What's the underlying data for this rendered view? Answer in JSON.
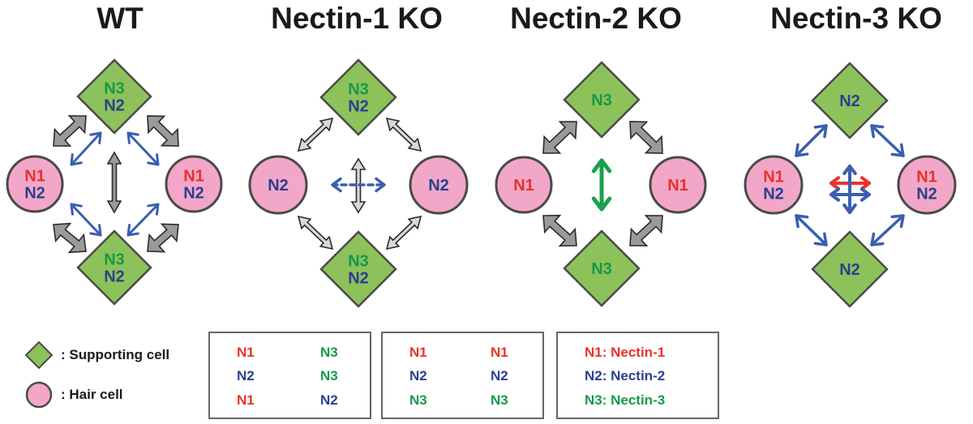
{
  "titles": {
    "wt": "WT",
    "nectin1_ko": "Nectin-1 KO",
    "nectin2_ko": "Nectin-2 KO",
    "nectin3_ko": "Nectin-3 KO"
  },
  "labels": {
    "n1": "N1",
    "n2": "N2",
    "n3": "N3"
  },
  "legend": {
    "supporting_cell": ": Supporting cell",
    "hair_cell": ": Hair cell",
    "interactions_cross": [
      {
        "left": "N1",
        "right": "N3"
      },
      {
        "left": "N2",
        "right": "N3"
      },
      {
        "left": "N1",
        "right": "N2"
      }
    ],
    "interactions_homo": [
      {
        "left": "N1",
        "right": "N1"
      },
      {
        "left": "N2",
        "right": "N2"
      },
      {
        "left": "N3",
        "right": "N3"
      }
    ],
    "definitions": [
      "N1: Nectin-1",
      "N2: Nectin-2",
      "N3: Nectin-3"
    ]
  },
  "colors": {
    "n1": "#e8322b",
    "n2": "#2b3f8f",
    "n3": "#159a48",
    "supporting_cell_fill": "#8dc25a",
    "hair_cell_fill": "#f2a7c8",
    "outline": "#4a4a4a",
    "gray_arrow": "#9a9a9a",
    "blue_arrow": "#3a5fb0",
    "red_arrow": "#e8322b",
    "green_arrow": "#1aa04a"
  }
}
